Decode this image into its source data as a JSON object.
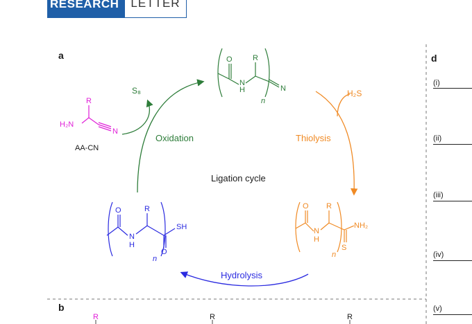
{
  "header": {
    "word1": "RESEARCH",
    "word2": "LETTER"
  },
  "panels": {
    "a": "a",
    "b": "b",
    "d": "d"
  },
  "cycle": {
    "center": "Ligation cycle",
    "steps": {
      "oxidation": "Oxidation",
      "thiolysis": "Thiolysis",
      "hydrolysis": "Hydrolysis"
    },
    "reagents": {
      "s8": "S₈",
      "h2s": "H₂S"
    },
    "aacn": {
      "label": "AA-CN",
      "r": "R",
      "h2n": "H₂N",
      "n": "N"
    },
    "top": {
      "o": "O",
      "r": "R",
      "nh_n": "N",
      "nh_h": "H",
      "n": "n",
      "nitrile_n": "N"
    },
    "right": {
      "o": "O",
      "r": "R",
      "nh_n": "N",
      "nh_h": "H",
      "n": "n",
      "nh2": "NH₂",
      "s": "S"
    },
    "left": {
      "o": "O",
      "r": "R",
      "nh_n": "N",
      "nh_h": "H",
      "n": "n",
      "sh": "SH",
      "o2": "O"
    }
  },
  "panel_b": {
    "r1": "R",
    "r2": "R",
    "r3": "R"
  },
  "panel_d": {
    "rows": [
      "(i)",
      "(ii)",
      "(iii)",
      "(iv)",
      "(v)"
    ]
  },
  "colors": {
    "green": "#2e7d3a",
    "orange": "#f08a24",
    "blue": "#2b2be0",
    "magenta": "#e020d8",
    "banner": "#1f5fa8"
  }
}
